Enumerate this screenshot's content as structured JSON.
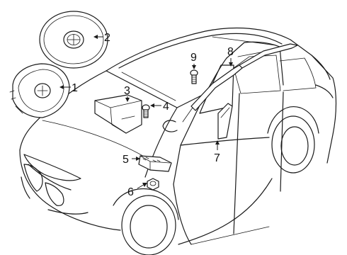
{
  "callouts": [
    {
      "id": "1",
      "label": "1",
      "part": "driver-airbag"
    },
    {
      "id": "2",
      "label": "2",
      "part": "steering-wheel-airbag-module"
    },
    {
      "id": "3",
      "label": "3",
      "part": "passenger-airbag"
    },
    {
      "id": "4",
      "label": "4",
      "part": "passenger-airbag-bolt"
    },
    {
      "id": "5",
      "label": "5",
      "part": "airbag-control-module"
    },
    {
      "id": "6",
      "label": "6",
      "part": "nut"
    },
    {
      "id": "7",
      "label": "7",
      "part": "side-airbag"
    },
    {
      "id": "8",
      "label": "8",
      "part": "curtain-airbag"
    },
    {
      "id": "9",
      "label": "9",
      "part": "curtain-airbag-bolt"
    }
  ]
}
